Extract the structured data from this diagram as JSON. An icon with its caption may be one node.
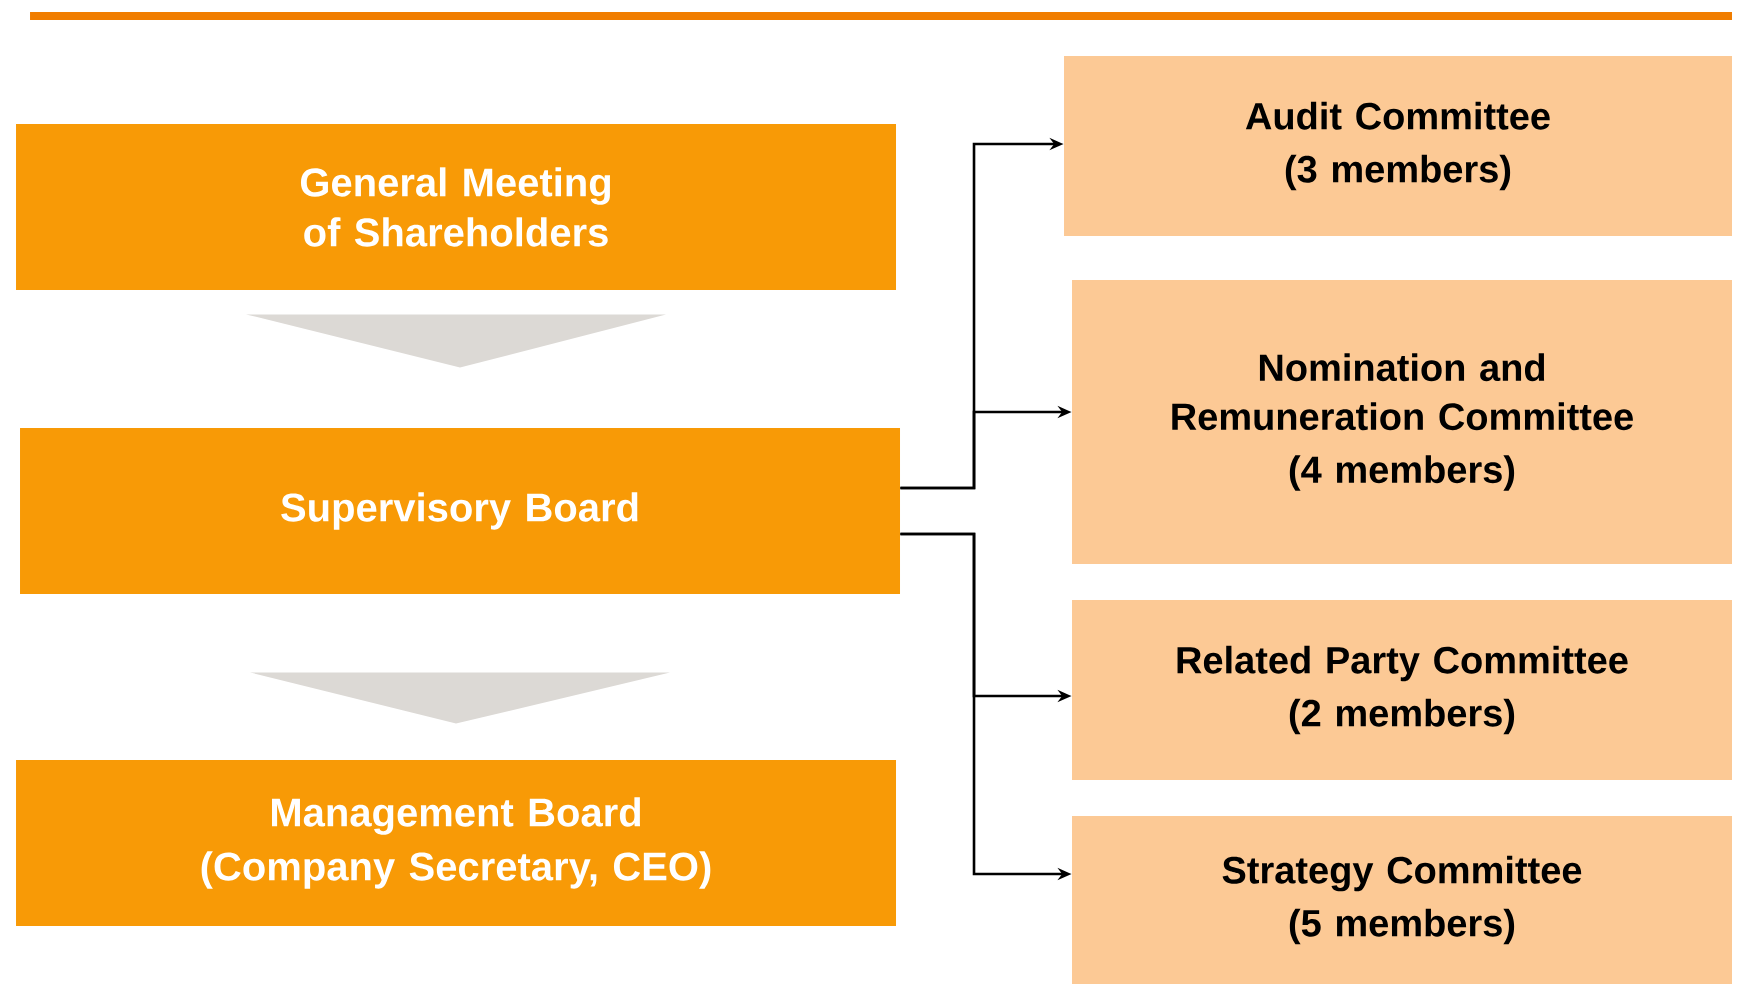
{
  "diagram": {
    "nodes": [
      {
        "text": [
          "General Meeting of Shareholders"
        ]
      },
      {
        "text": [
          "Supervisory Board"
        ]
      },
      {
        "text": [
          "Management Board",
          "(Company Secretary, CEO)"
        ]
      },
      {
        "text": [
          "Audit Committee",
          "(3 members)"
        ]
      },
      {
        "text": [
          "Nomination and Remuneration Committee",
          "(4 members)"
        ]
      },
      {
        "text": [
          "Related Party Committee",
          "(2 members)"
        ]
      },
      {
        "text": [
          "Strategy Committee",
          "(5 members)"
        ]
      }
    ],
    "edges": [
      {
        "from": 0,
        "to": 1,
        "arrow": "to",
        "color": "#dcd9d5"
      },
      {
        "from": 1,
        "to": 2,
        "arrow": "to",
        "color": "#dcd9d5"
      },
      {
        "from": 1,
        "to": 3,
        "arrow": "to"
      },
      {
        "from": 1,
        "to": 4,
        "arrow": "to"
      },
      {
        "from": 1,
        "to": 5,
        "arrow": "to"
      },
      {
        "from": 1,
        "to": 6,
        "arrow": "to"
      }
    ]
  }
}
